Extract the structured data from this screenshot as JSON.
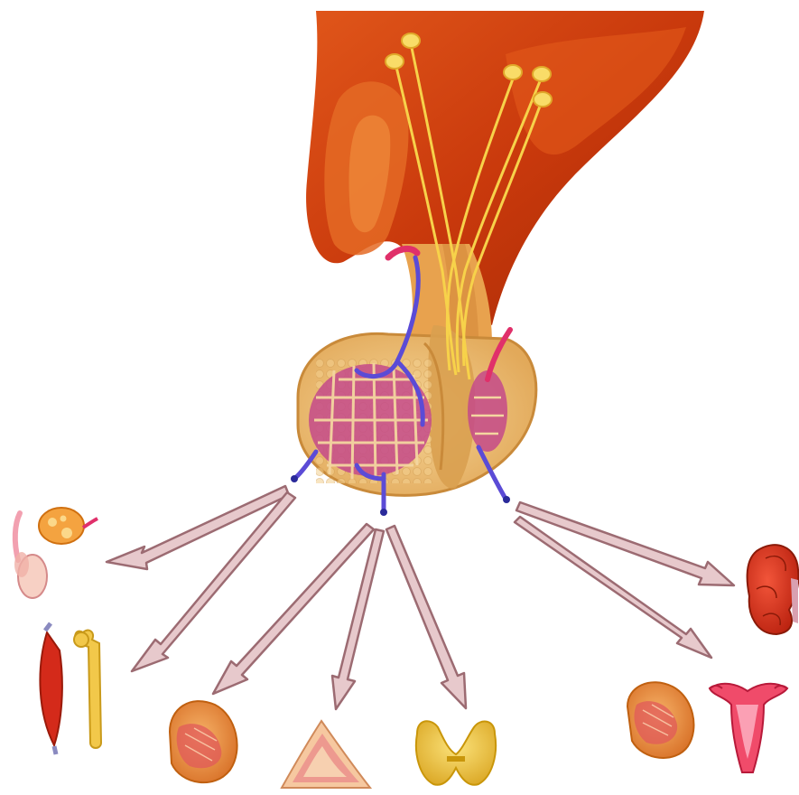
{
  "colors": {
    "background": "#ffffff",
    "hypothalamus_dark": "#b8300a",
    "hypothalamus_mid": "#d9480f",
    "hypothalamus_light": "#f07a2a",
    "gland_tissue": "#f1c27d",
    "gland_outline": "#c98a3a",
    "posterior_lobe": "#d9a050",
    "capillary_vein": "#5b4bd6",
    "capillary_artery": "#e0306a",
    "neuron": "#f7d24a",
    "arrow_fill": "#e7c9cc",
    "arrow_stroke": "#9c6b72"
  },
  "diagram": {
    "center_structure": "pituitary-gland",
    "upper_structure": "hypothalamus",
    "arrow_count": 8,
    "targets": [
      {
        "id": "gonads",
        "icon": "testis-ovary-icon"
      },
      {
        "id": "muscle-bone",
        "icon": "muscle-bone-icon"
      },
      {
        "id": "breast-left",
        "icon": "mammary-gland-icon"
      },
      {
        "id": "adrenal-cortex",
        "icon": "adrenal-gland-icon"
      },
      {
        "id": "thyroid",
        "icon": "thyroid-gland-icon"
      },
      {
        "id": "kidney",
        "icon": "kidney-icon"
      },
      {
        "id": "breast-right",
        "icon": "mammary-gland-icon"
      },
      {
        "id": "uterus",
        "icon": "uterus-icon"
      }
    ]
  }
}
